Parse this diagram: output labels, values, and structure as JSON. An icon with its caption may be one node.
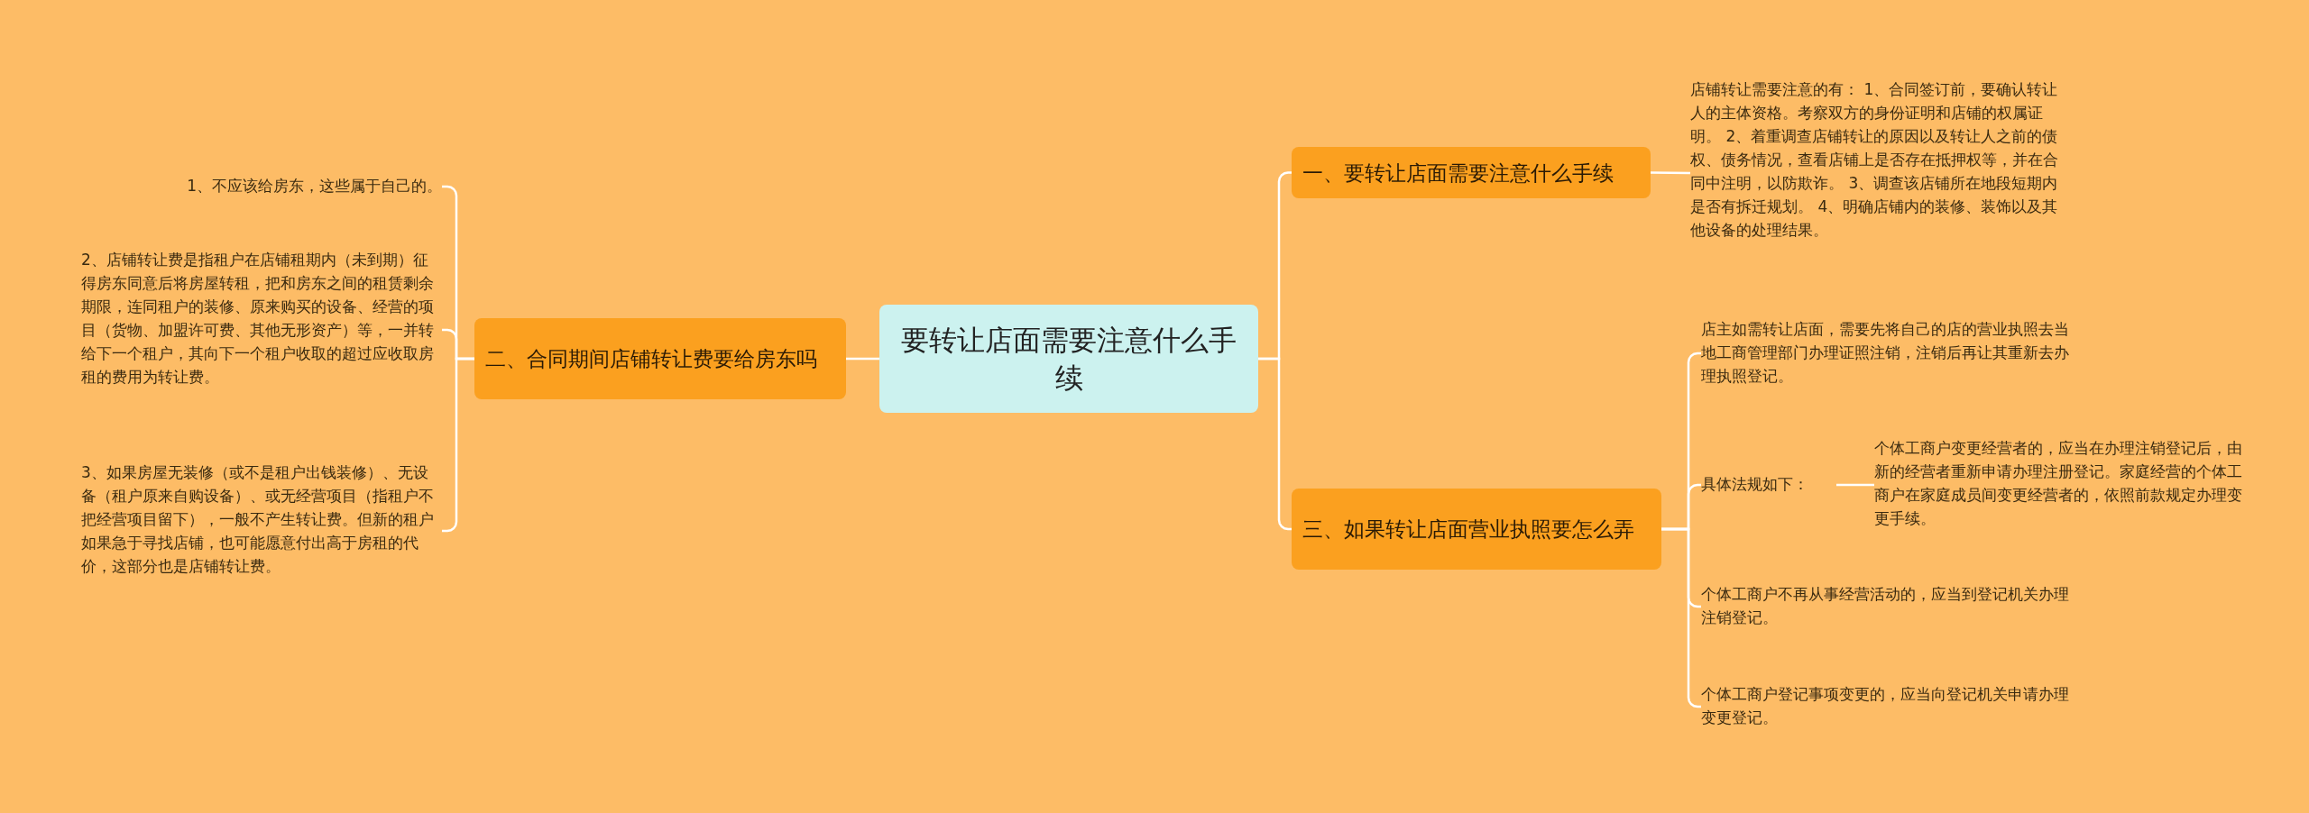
{
  "diagram": {
    "nodes": [
      {
        "text": [
          "要转让店面需要注意什么手续"
        ]
      },
      {
        "text": [
          "一、要转让店面需要注意什么手续"
        ]
      },
      {
        "text": [
          "店铺转让需要注意的有： 1、合同签订前，要确认转让人的主体资格。考察双方的身份证明和店铺的权属证明。 2、着重调查店铺转让的原因以及转让人之前的债权、债务情况，查看店铺上是否存在抵押权等，并在合同中注明，以防欺诈。 3、调查该店铺所在地段短期内是否有拆迁规划。 4、明确店铺内的装修、装饰以及其他设备的处理结果。"
        ]
      },
      {
        "text": [
          "二、合同期间店铺转让费要给房东吗"
        ]
      },
      {
        "text": [
          "1、不应该给房东，这些属于自己的。"
        ]
      },
      {
        "text": [
          "2、店铺转让费是指租户在店铺租期内（未到期）征得房东同意后将房屋转租，把和房东之间的租赁剩余期限，连同租户的装修、原来购买的设备、经营的项目（货物、加盟许可费、其他无形资产）等，一并转给下一个租户，其向下一个租户收取的超过应收取房租的费用为转让费。"
        ]
      },
      {
        "text": [
          "3、如果房屋无装修（或不是租户出钱装修）、无设备（租户原来自购设备）、或无经营项目（指租户不把经营项目留下），一般不产生转让费。但新的租户如果急于寻找店铺，也可能愿意付出高于房租的代价，这部分也是店铺转让费。"
        ]
      },
      {
        "text": [
          "三、如果转让店面营业执照要怎么弄"
        ]
      },
      {
        "text": [
          "店主如需转让店面，需要先将自己的店的营业执照去当地工商管理部门办理证照注销，注销后再让其重新去办理执照登记。"
        ]
      },
      {
        "text": [
          "具体法规如下："
        ]
      },
      {
        "text": [
          "个体工商户变更经营者的，应当在办理注销登记后，由新的经营者重新申请办理注册登记。家庭经营的个体工商户在家庭成员间变更经营者的，依照前款规定办理变更手续。"
        ]
      },
      {
        "text": [
          "个体工商户不再从事经营活动的，应当到登记机关办理注销登记。"
        ]
      },
      {
        "text": [
          "个体工商户登记事项变更的，应当向登记机关申请办理变更登记。"
        ]
      }
    ],
    "edges": [
      {
        "from": 0,
        "to": 1,
        "arrow": "none"
      },
      {
        "from": 1,
        "to": 2,
        "arrow": "none"
      },
      {
        "from": 0,
        "to": 3,
        "arrow": "none"
      },
      {
        "from": 3,
        "to": 4,
        "arrow": "none"
      },
      {
        "from": 3,
        "to": 5,
        "arrow": "none"
      },
      {
        "from": 3,
        "to": 6,
        "arrow": "none"
      },
      {
        "from": 0,
        "to": 7,
        "arrow": "none"
      },
      {
        "from": 7,
        "to": 8,
        "arrow": "none"
      },
      {
        "from": 7,
        "to": 9,
        "arrow": "none"
      },
      {
        "from": 9,
        "to": 10,
        "arrow": "none"
      },
      {
        "from": 7,
        "to": 11,
        "arrow": "none"
      },
      {
        "from": 7,
        "to": 12,
        "arrow": "none"
      }
    ]
  }
}
